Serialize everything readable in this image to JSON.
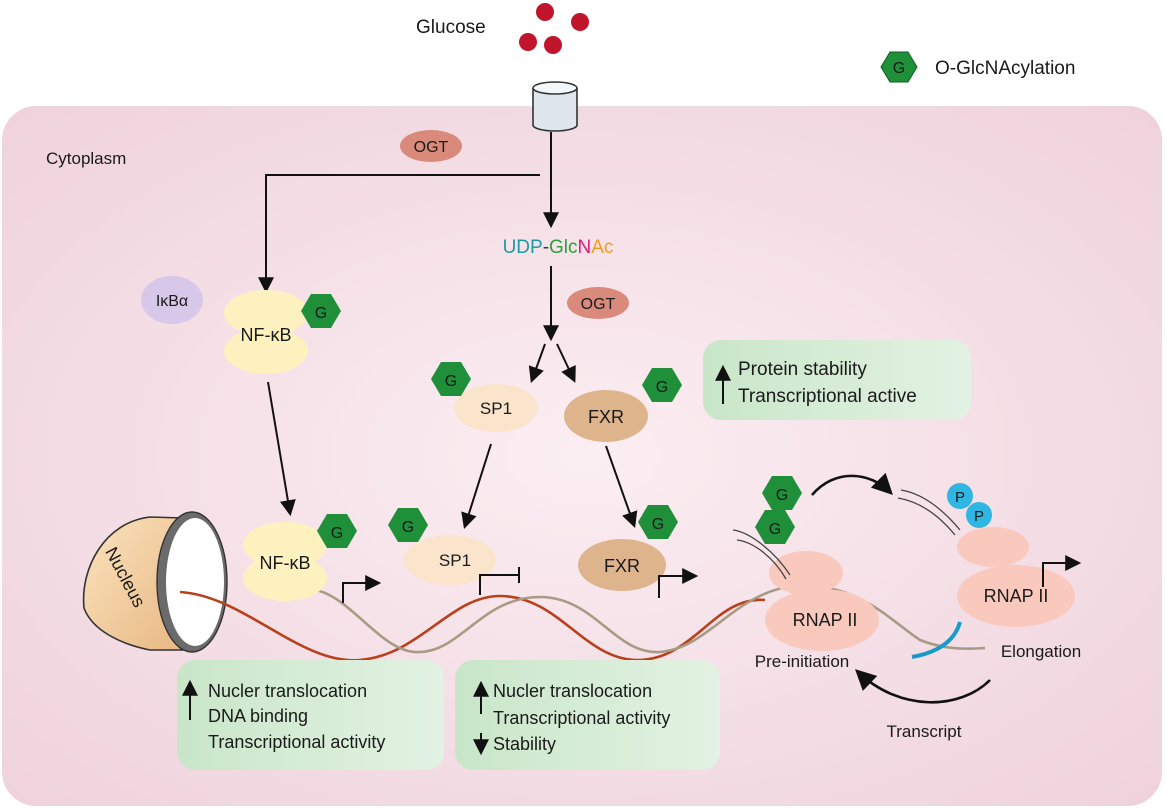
{
  "legend": {
    "symbol": "G",
    "label": "O-GlcNAcylation"
  },
  "glucose": {
    "label": "Glucose"
  },
  "cytoplasm": {
    "label": "Cytoplasm"
  },
  "nucleus": {
    "label": "Nucleus"
  },
  "ogt": {
    "label_top": "OGT",
    "label_mid": "OGT"
  },
  "udp_glcnac": {
    "parts": [
      "UDP",
      "-",
      "Glc",
      "N",
      "Ac"
    ],
    "colors": [
      "#1a9aa6",
      "#333333",
      "#2aa13a",
      "#e0197a",
      "#f29b1b"
    ]
  },
  "ikba": {
    "label": "IκBα"
  },
  "nfkb": {
    "cyto_label": "NF-κB",
    "nuc_label": "NF-κB"
  },
  "sp1": {
    "cyto_label": "SP1",
    "nuc_label": "SP1"
  },
  "fxr": {
    "cyto_label": "FXR",
    "nuc_label": "FXR"
  },
  "glyco_tag": "G",
  "phospho_tag": "P",
  "rnap": {
    "pre_label": "RNAP II",
    "elong_label": "RNAP II"
  },
  "stages": {
    "pre": "Pre-initiation",
    "elong": "Elongation",
    "transcript": "Transcript"
  },
  "box_fxr": {
    "lines": [
      "Protein stability",
      "Transcriptional active"
    ],
    "arrows": [
      "up"
    ]
  },
  "box_nfkb": {
    "lines": [
      "Nucler translocation",
      "DNA binding",
      "Transcriptional activity"
    ],
    "arrows": [
      "up"
    ]
  },
  "box_sp1": {
    "lines": [
      "Nucler translocation",
      "Transcriptional activity",
      "Stability"
    ],
    "arrows": [
      "up",
      "up",
      "down"
    ]
  },
  "colors": {
    "cytoplasm_fill": "#f5dde6",
    "ogt_fill": "#d98a7a",
    "ikba_fill": "#d7c8e9",
    "nfkb_fill": "#fdf2bf",
    "sp1_fill": "#fbe4cc",
    "fxr_fill": "#deb48c",
    "rnap_fill": "#f9c9be",
    "glyco_fill": "#1f8f3a",
    "phospho_fill": "#2fb6e3",
    "glucose_fill": "#c0152b",
    "dna_red": "#b8401a",
    "dna_gray": "#a79b85",
    "box_fill": "#d6ecd6"
  }
}
